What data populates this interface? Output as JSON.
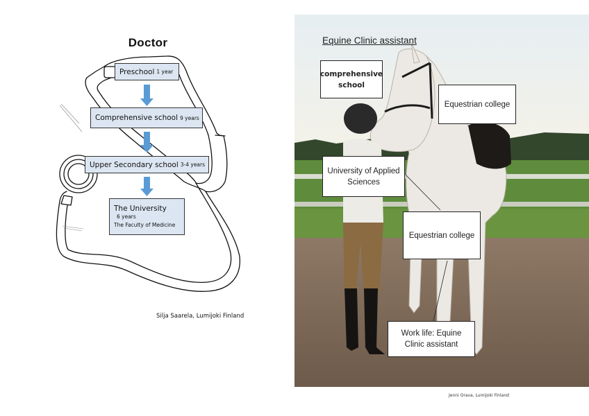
{
  "left": {
    "title": "Doctor",
    "steps": [
      {
        "label": "Preschool",
        "duration": "1 year"
      },
      {
        "label": "Comprehensive school",
        "duration": "9 years"
      },
      {
        "label": "Upper Secondary school",
        "duration": "3-4 years"
      },
      {
        "label": "The University",
        "line2": "6 years",
        "line3": "The Faculty of Medicine"
      }
    ],
    "credit": "Silja Saarela, Lumijoki Finland"
  },
  "right": {
    "title": "Equine Clinic assistant",
    "boxes": {
      "comprehensive": "comprehensive school",
      "equestrian_top": "Equestrian college",
      "university": "University of Applied Sciences",
      "equestrian_mid": "Equestrian college",
      "work_life": "Work life: Equine Clinic assistant"
    },
    "credit": "Jenni Orava, Lumijoki Finland"
  },
  "colors": {
    "box_fill": "#dce6f2",
    "arrow_blue": "#5b9bd5"
  }
}
